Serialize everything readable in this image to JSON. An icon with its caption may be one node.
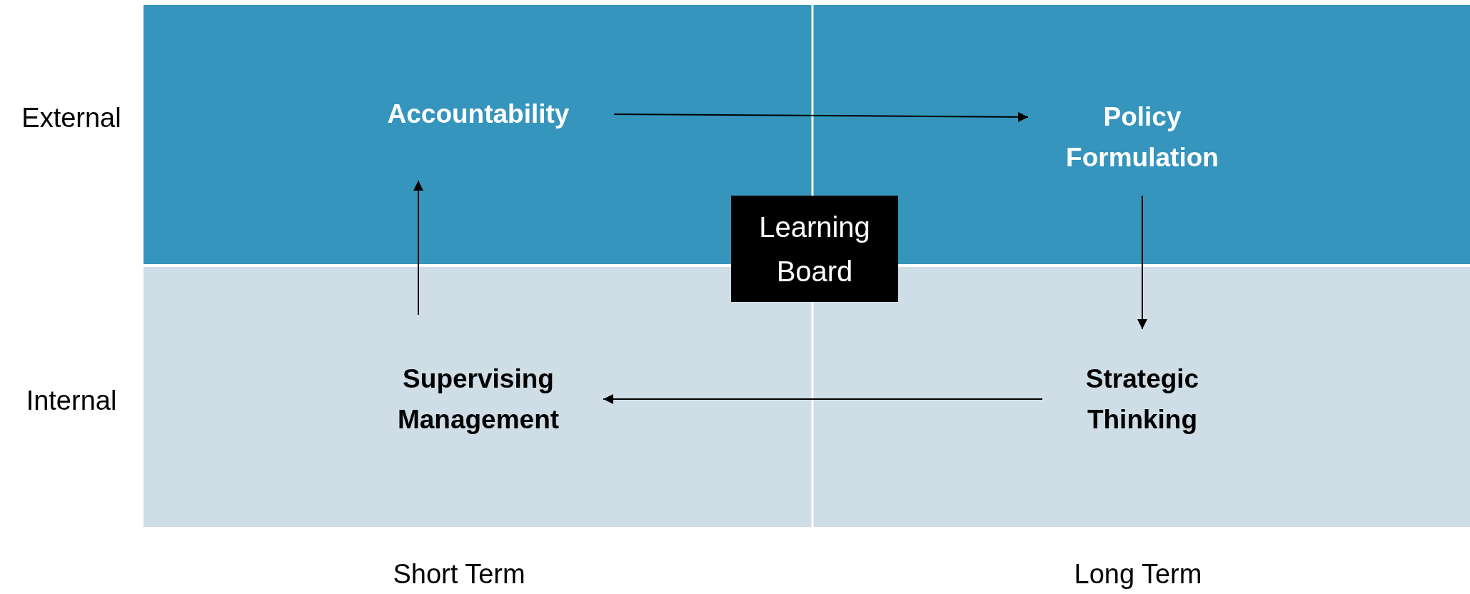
{
  "diagram": {
    "nodes": [
      {
        "text": [
          "Accountability"
        ]
      },
      {
        "text": [
          "Policy Formulation"
        ]
      },
      {
        "text": [
          "Strategic Thinking"
        ]
      },
      {
        "text": [
          "Supervising Management"
        ]
      },
      {
        "text": [
          "Learning Board"
        ]
      }
    ],
    "edges": [
      {
        "from": 0,
        "to": 1,
        "arrow": "to"
      },
      {
        "from": 1,
        "to": 2,
        "arrow": "to"
      },
      {
        "from": 2,
        "to": 3,
        "arrow": "to"
      },
      {
        "from": 3,
        "to": 0,
        "arrow": "to"
      }
    ],
    "labels": [
      "External",
      "Internal",
      "Short Term",
      "Long Term"
    ]
  }
}
